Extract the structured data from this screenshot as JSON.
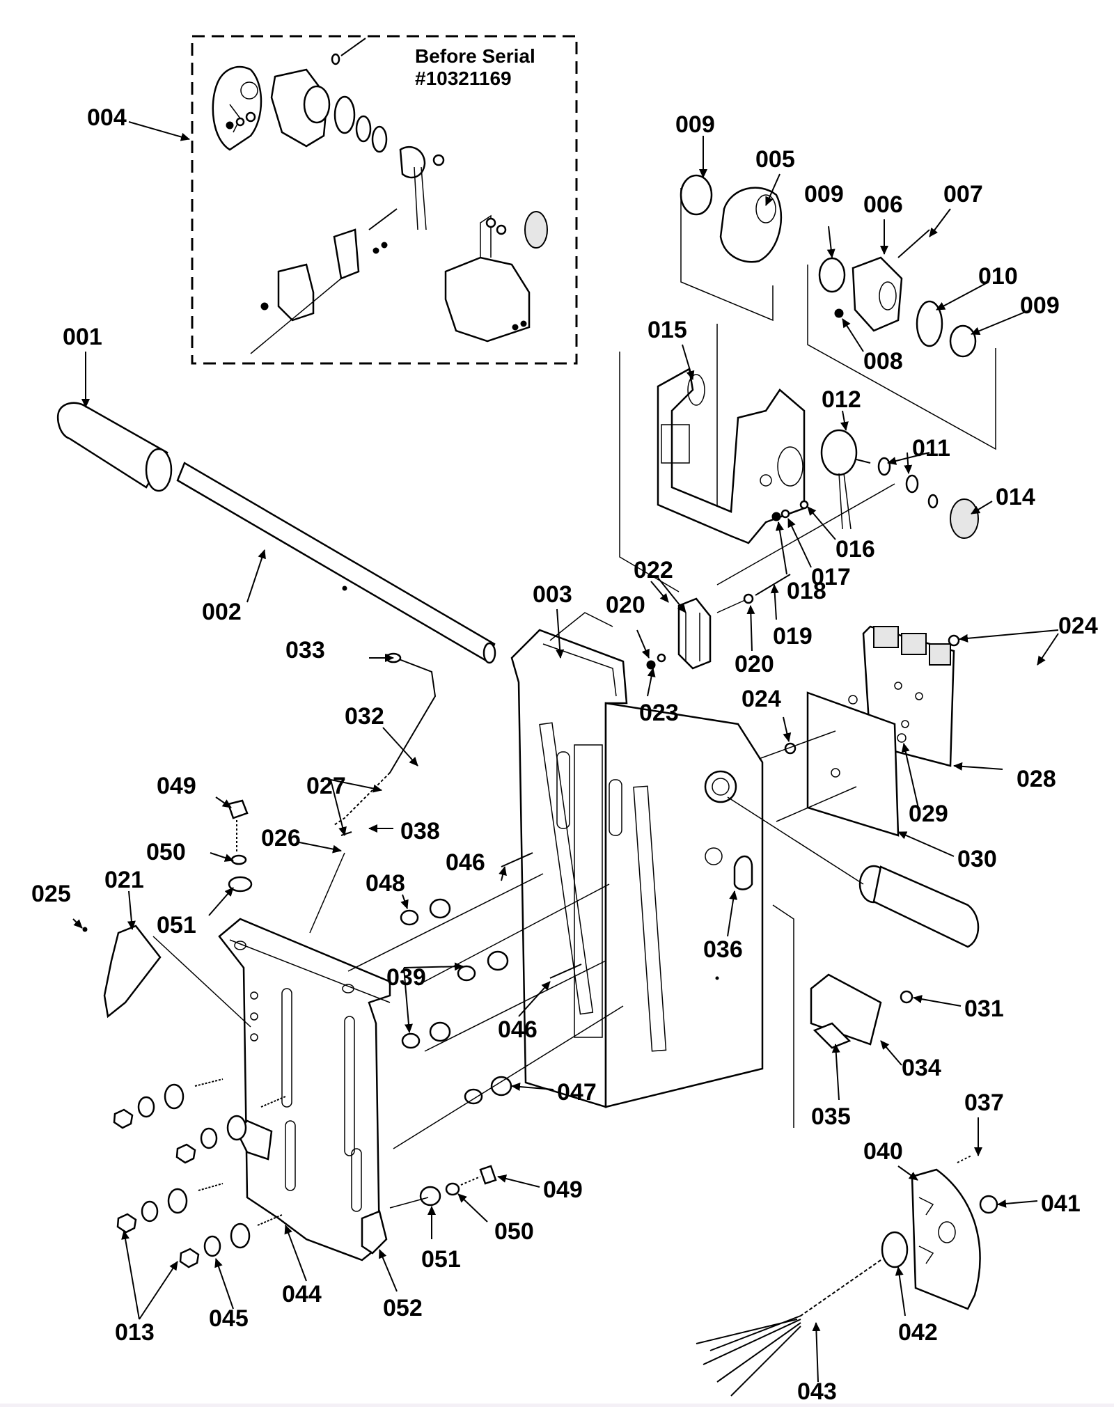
{
  "diagram": {
    "type": "exploded-parts-diagram",
    "inset": {
      "title_line1": "Before Serial",
      "title_line2": "#10321169",
      "callout": "004"
    },
    "callouts": [
      "001",
      "002",
      "003",
      "004",
      "005",
      "006",
      "007",
      "008",
      "009",
      "010",
      "011",
      "012",
      "013",
      "014",
      "015",
      "016",
      "017",
      "018",
      "019",
      "020",
      "021",
      "022",
      "023",
      "024",
      "025",
      "026",
      "027",
      "028",
      "029",
      "030",
      "031",
      "032",
      "033",
      "034",
      "035",
      "036",
      "037",
      "038",
      "039",
      "040",
      "041",
      "042",
      "043",
      "044",
      "045",
      "046",
      "047",
      "048",
      "049",
      "050",
      "051",
      "052"
    ],
    "colors": {
      "ink": "#000000",
      "paper": "#ffffff",
      "shade": "#e6e6e6"
    }
  }
}
